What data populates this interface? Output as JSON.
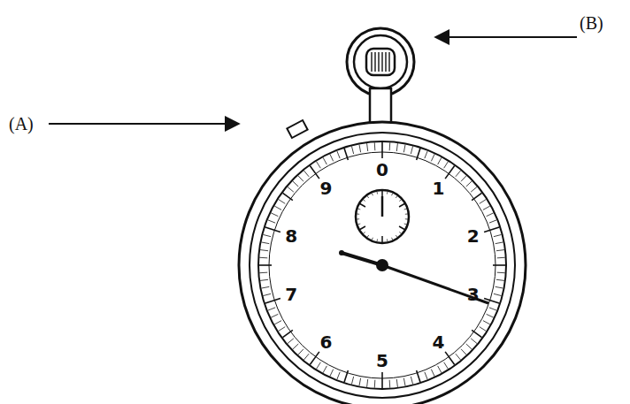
{
  "diagram": {
    "labels": [
      "(A)",
      "(B)",
      "0",
      "1",
      "2",
      "3",
      "4",
      "5",
      "6",
      "7",
      "8",
      "9"
    ]
  }
}
